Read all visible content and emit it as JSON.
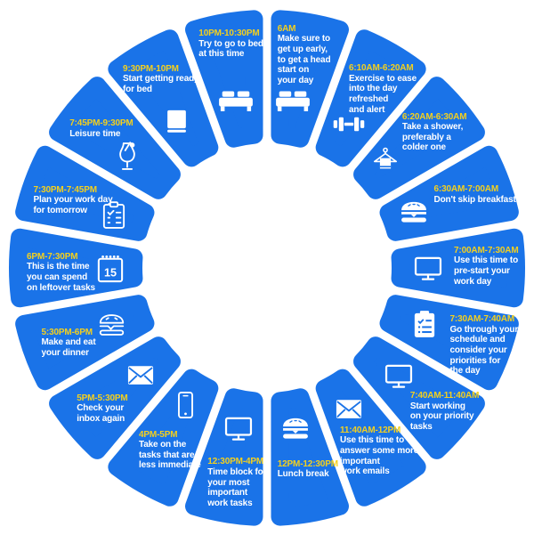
{
  "colors": {
    "tile_blue": "#1a73e8",
    "time_yellow": "#f4d01e",
    "text_white": "#ffffff",
    "background": "#ffffff"
  },
  "icons": {
    "calendar_day": "15"
  },
  "segments": [
    {
      "time": "6AM",
      "description": "Make sure to\nget up early,\nto get a head\nstart on\nyour day",
      "icon": "bed-icon"
    },
    {
      "time": "6:10AM-6:20AM",
      "description": "Exercise to ease\ninto the day\nrefreshed\nand alert",
      "icon": "dumbbell-icon"
    },
    {
      "time": "6:20AM-6:30AM",
      "description": "Take a shower,\npreferably a\ncolder one",
      "icon": "hanger-towel-icon"
    },
    {
      "time": "6:30AM-7:00AM",
      "description": "Don't skip breakfast",
      "icon": "burger-icon"
    },
    {
      "time": "7:00AM-7:30AM",
      "description": "Use this time to\npre-start your\nwork day",
      "icon": "monitor-icon"
    },
    {
      "time": "7:30AM-7:40AM",
      "description": "Go through your\nschedule and\nconsider your\npriorities for\nthe day",
      "icon": "clipboard-icon"
    },
    {
      "time": "7:40AM-11:40AM",
      "description": "Start working\non your priority\ntasks",
      "icon": "monitor-icon"
    },
    {
      "time": "11:40AM-12PM",
      "description": "Use this time to\nanswer some more\nimportant\nwork emails",
      "icon": "envelope-icon"
    },
    {
      "time": "12PM-12:30PM",
      "description": "Lunch break",
      "icon": "burger-icon"
    },
    {
      "time": "12:30PM-4PM",
      "description": "Time block for\nyour most\nimportant\nwork tasks",
      "icon": "monitor-icon"
    },
    {
      "time": "4PM-5PM",
      "description": "Take on the\ntasks that are\nless immediate",
      "icon": "smartphone-icon"
    },
    {
      "time": "5PM-5:30PM",
      "description": "Check your\ninbox again",
      "icon": "envelope-icon"
    },
    {
      "time": "5:30PM-6PM",
      "description": "Make and eat\nyour dinner",
      "icon": "burger-outline-icon"
    },
    {
      "time": "6PM-7:30PM",
      "description": "This is the time\nyou can spend\non leftover tasks",
      "icon": "calendar-icon"
    },
    {
      "time": "7:30PM-7:45PM",
      "description": "Plan your work day\nfor tomorrow",
      "icon": "clipboard-outline-icon"
    },
    {
      "time": "7:45PM-9:30PM",
      "description": "Leisure time",
      "icon": "cocktail-icon"
    },
    {
      "time": "9:30PM-10PM",
      "description": "Start getting ready\nfor bed",
      "icon": "book-icon"
    },
    {
      "time": "10PM-10:30PM",
      "description": "Try to go to bed\nat this time",
      "icon": "bed-icon"
    }
  ]
}
